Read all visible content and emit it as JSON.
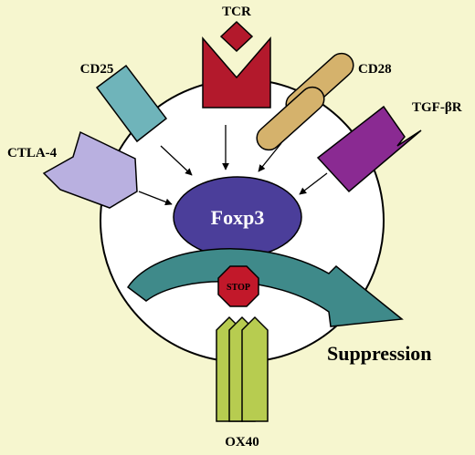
{
  "labels": {
    "tcr": "TCR",
    "cd25": "CD25",
    "cd28": "CD28",
    "tgf_br": "TGF-βR",
    "ctla4": "CTLA-4",
    "foxp3": "Foxp3",
    "stop": "STOP",
    "suppression": "Suppression",
    "ox40": "OX40"
  },
  "colors": {
    "background": "#f6f6cf",
    "cell": "#ffffff",
    "foxp3": "#4b3e9a",
    "tcr": "#b3192c",
    "cd25": "#6fb4ba",
    "cd28": "#d5b26c",
    "tgf_br": "#8a2a92",
    "ctla4": "#b9b0e0",
    "suppression_arrow": "#3f8a8a",
    "stop": "#c2182a",
    "ox40": "#b7cc50"
  }
}
